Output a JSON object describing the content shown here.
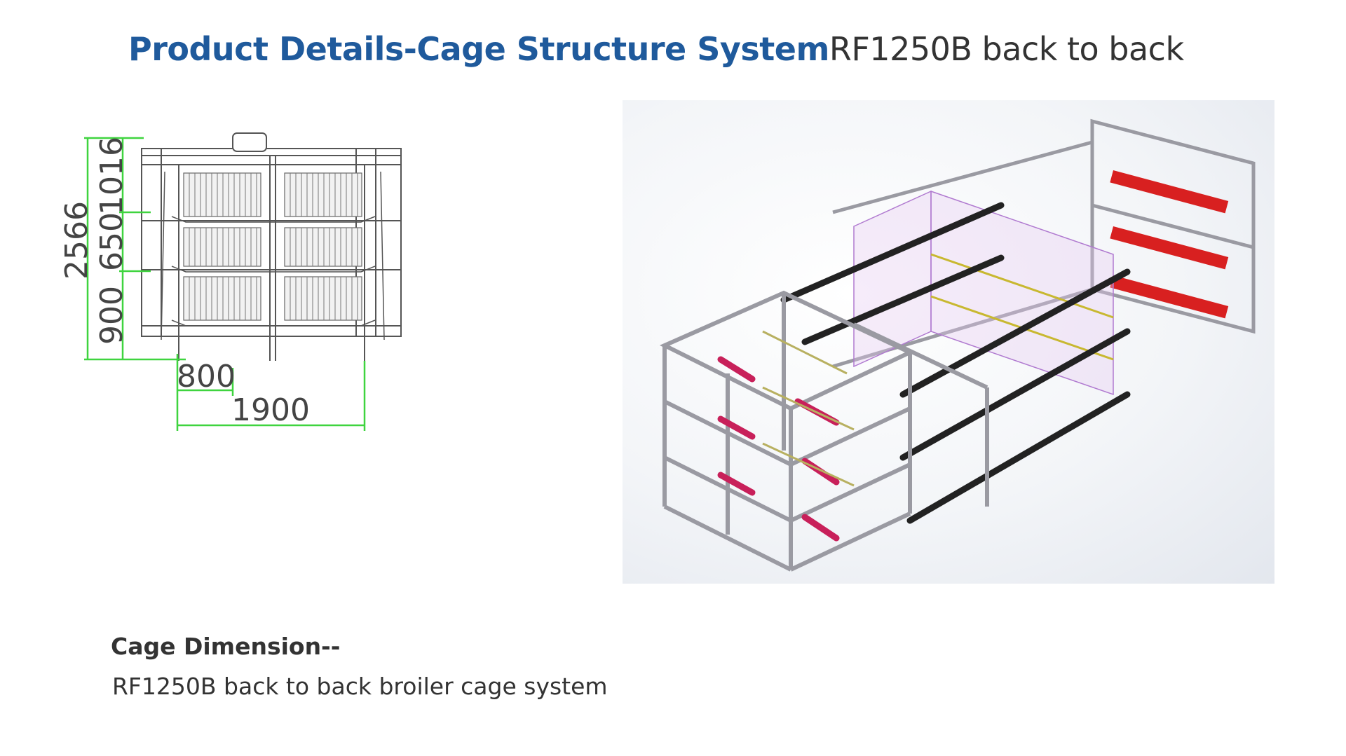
{
  "title": {
    "blue": "Product Details-Cage Structure System",
    "dark": "RF1250B back to back"
  },
  "drawing": {
    "dimensions": {
      "total_height": "2566",
      "tier_top": "1016",
      "tier_middle": "650",
      "tier_bottom": "900",
      "cage_width": "800",
      "total_width": "1900"
    }
  },
  "caption": {
    "heading": "Cage Dimension--",
    "text": "RF1250B back to back broiler cage system"
  },
  "colors": {
    "title_blue": "#1f5a9c",
    "dimension_green": "#3fd43f",
    "frame_grey": "#9a9aa2",
    "pipe_red": "#d82020"
  }
}
